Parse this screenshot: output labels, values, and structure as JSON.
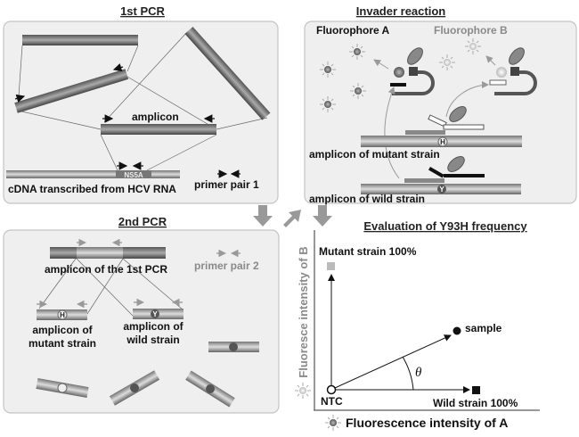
{
  "panels": {
    "pcr1": {
      "title": "1st PCR",
      "amplicon_label": "amplicon",
      "region_label": "NS5A",
      "cdna_label": "cDNA transcribed from HCV RNA",
      "primer_label": "primer pair 1"
    },
    "pcr2": {
      "title": "2nd PCR",
      "amplicon_label": "amplicon of the 1st PCR",
      "primer_label": "primer pair 2",
      "mutant_label_1": "amplicon of",
      "mutant_label_2": "mutant strain",
      "wild_label_1": "amplicon of",
      "wild_label_2": "wild strain",
      "mutant_marker": "H",
      "wild_marker": "Y"
    },
    "invader": {
      "title": "Invader reaction",
      "fluor_a": "Fluorophore A",
      "fluor_b": "Fluorophore B",
      "mutant_label": "amplicon of mutant strain",
      "wild_label": "amplicon of wild strain",
      "mutant_marker": "H",
      "wild_marker": "Y"
    },
    "evaluation": {
      "title": "Evaluation of Y93H frequency",
      "y_axis_label": "Fluoresce intensity of B",
      "x_axis_label": "Fluorescence intensity of A",
      "mutant_label": "Mutant strain 100%",
      "wild_label": "Wild strain 100%",
      "sample_label": "sample",
      "origin_label": "NTC",
      "angle_label": "θ"
    }
  },
  "colors": {
    "fluor_a": "#6e6e6e",
    "fluor_b": "#d6d6d6",
    "panel_bg": "#efefef"
  }
}
